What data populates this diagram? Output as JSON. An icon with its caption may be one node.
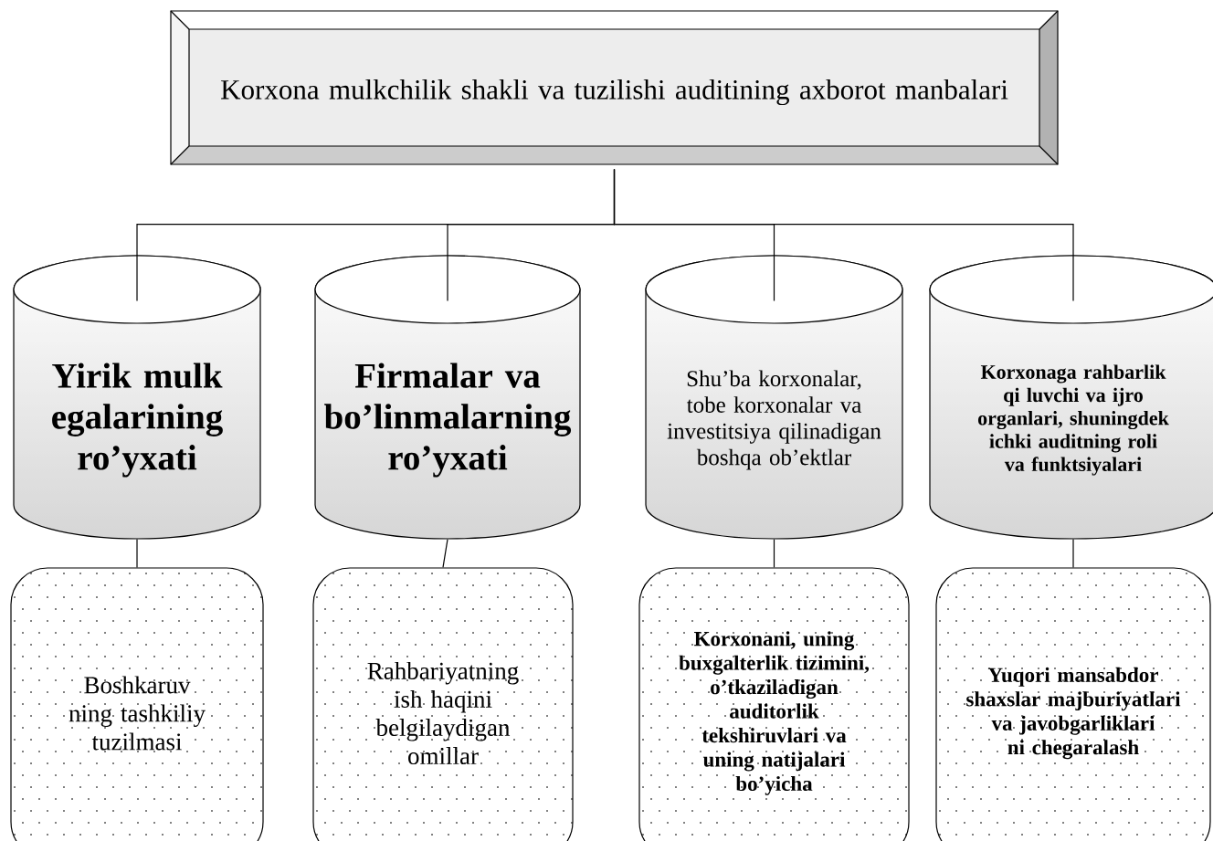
{
  "diagram": {
    "nodes": [
      {
        "text": [
          "Korxona mulkchilik shakli va tuzilishi auditining axborot manbalari"
        ]
      },
      {
        "text": [
          "Yirik mulk egalarining ro’yxati"
        ]
      },
      {
        "text": [
          "Firmalar va bo’linmalarning ro’yxati"
        ]
      },
      {
        "text": [
          "Shu’ba korxonalar, tobe korxonalar va investitsiya qilinadigan boshqa ob’ektlar"
        ]
      },
      {
        "text": [
          "Korxonaga rahbarlik qi luvchi va ijro organlari, shuningdek ichki auditning roli va funktsiyalari"
        ]
      },
      {
        "text": [
          "Boshkaruv ning tashkiliy tuzilmasi"
        ]
      },
      {
        "text": [
          "Rahbariyatning ish haqini belgilaydigan omillar"
        ]
      },
      {
        "text": [
          "Korxonani, uning buxgalterlik tizimini, o’tkaziladigan auditorlik tekshiruvlari va uning natijalari bo’yicha"
        ]
      },
      {
        "text": [
          "Yuqori mansabdor shaxslar majburiyatlari va javobgarliklari ni chegaralash"
        ]
      }
    ],
    "edges": [
      {
        "from": 0,
        "to": 1,
        "arrow": "none"
      },
      {
        "from": 0,
        "to": 2,
        "arrow": "none"
      },
      {
        "from": 0,
        "to": 3,
        "arrow": "none"
      },
      {
        "from": 0,
        "to": 4,
        "arrow": "none"
      },
      {
        "from": 1,
        "to": 5,
        "arrow": "none"
      },
      {
        "from": 2,
        "to": 6,
        "arrow": "none"
      },
      {
        "from": 3,
        "to": 7,
        "arrow": "none"
      },
      {
        "from": 4,
        "to": 8,
        "arrow": "none"
      }
    ]
  }
}
